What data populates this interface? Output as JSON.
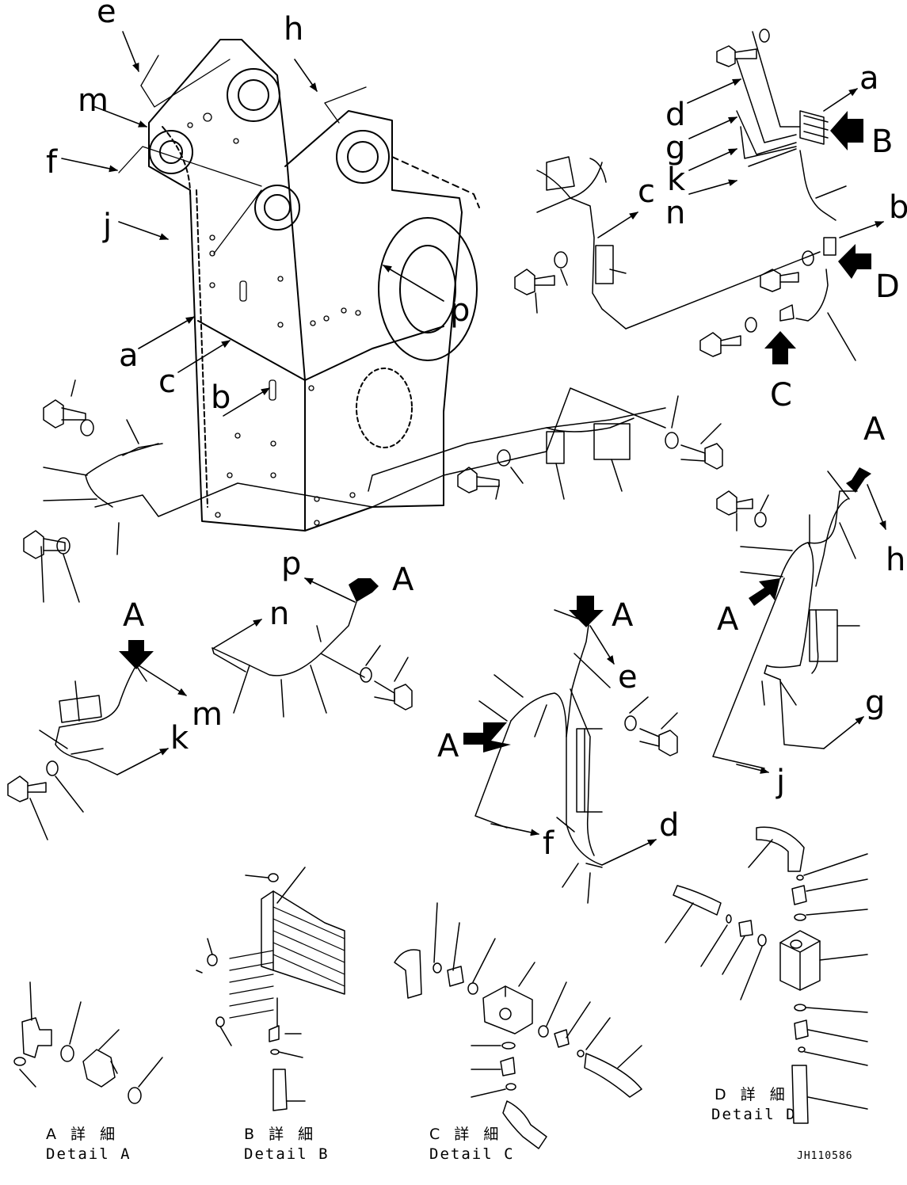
{
  "callouts": {
    "a": "a",
    "b": "b",
    "c": "c",
    "d": "d",
    "e": "e",
    "f": "f",
    "g": "g",
    "h": "h",
    "j": "j",
    "k": "k",
    "m": "m",
    "n": "n",
    "p": "p",
    "A": "A",
    "B": "B",
    "C": "C",
    "D": "D"
  },
  "details": [
    {
      "jp": "A 詳 細",
      "en": "Detail A"
    },
    {
      "jp": "B 詳 細",
      "en": "Detail B"
    },
    {
      "jp": "C 詳 細",
      "en": "Detail C"
    },
    {
      "jp": "D 詳 細",
      "en": "Detail D"
    }
  ],
  "drawing_code": "JH110586"
}
